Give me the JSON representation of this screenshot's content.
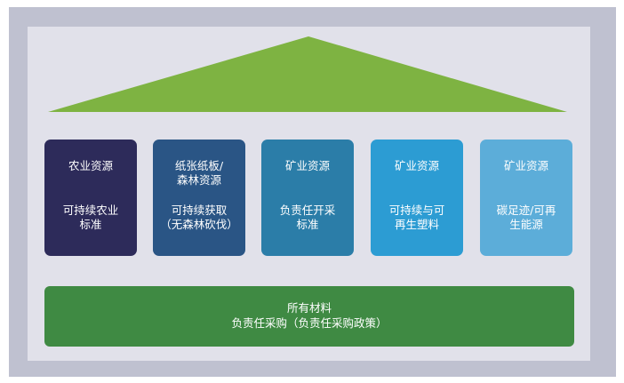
{
  "colors": {
    "frame": "#bfc1d0",
    "panel": "#e1e1ea",
    "roof": "#7eb342",
    "base": "#3f8a43",
    "text": "#ffffff"
  },
  "pillars": [
    {
      "category": "农业资源",
      "standard": "可持续农业\n标准",
      "color": "#2d2b5a"
    },
    {
      "category": "纸张纸板/\n森林资源",
      "standard": "可持续获取\n（无森林砍伐）",
      "color": "#2a5585"
    },
    {
      "category": "矿业资源",
      "standard": "负责任开采\n标准",
      "color": "#2b7da8"
    },
    {
      "category": "矿业资源",
      "standard": "可持续与可\n再生塑料",
      "color": "#2c9cd3"
    },
    {
      "category": "矿业资源",
      "standard": "碳足迹/可再\n生能源",
      "color": "#5cadd9"
    }
  ],
  "base": {
    "line1": "所有材料",
    "line2": "负责任采购（负责任采购政策）"
  }
}
